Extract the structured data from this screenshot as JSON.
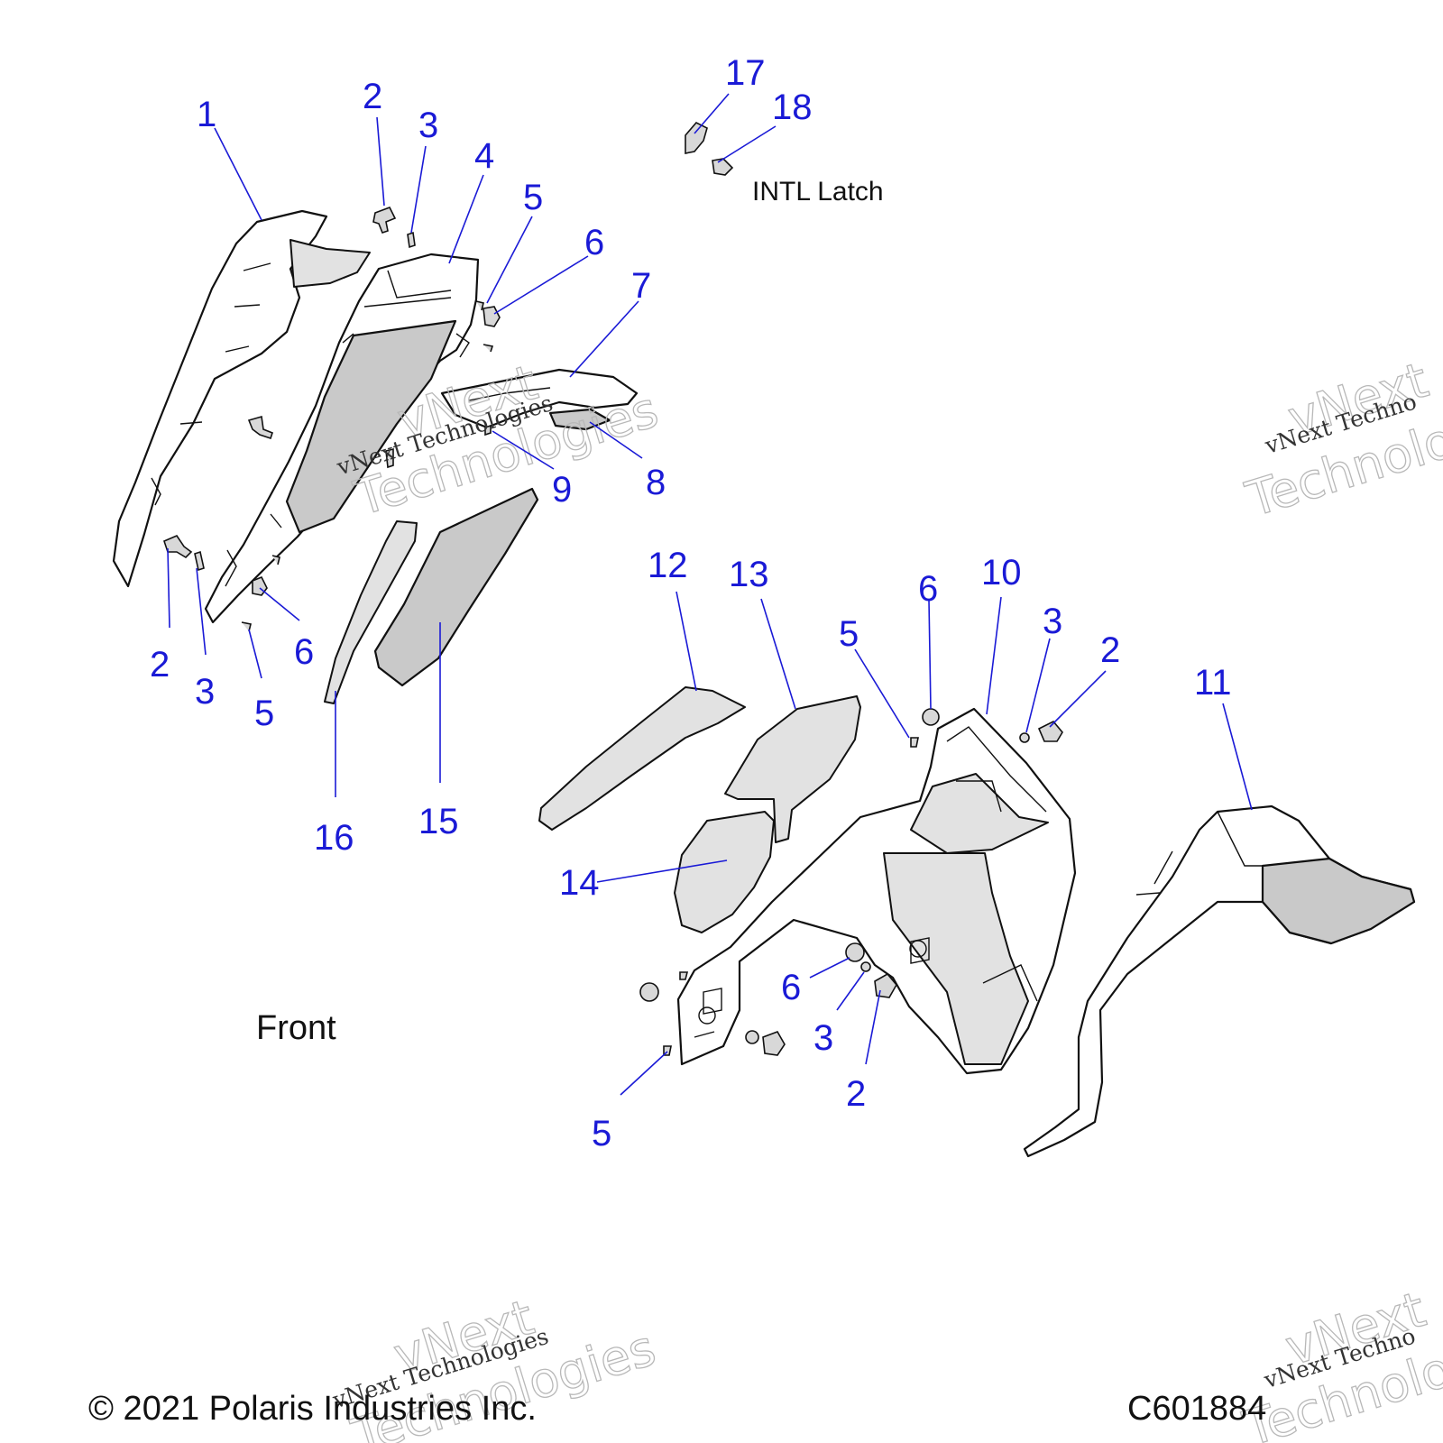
{
  "diagram": {
    "callouts": {
      "c1": "1",
      "c2a": "2",
      "c3a": "3",
      "c4": "4",
      "c5a": "5",
      "c6a": "6",
      "c7": "7",
      "c8": "8",
      "c9": "9",
      "c2b": "2",
      "c3b": "3",
      "c5b": "5",
      "c6b": "6",
      "c16": "16",
      "c15": "15",
      "c17": "17",
      "c18": "18",
      "c12": "12",
      "c13": "13",
      "c14": "14",
      "c5c": "5",
      "c6c": "6",
      "c10": "10",
      "c3c": "3",
      "c2c": "2",
      "c11": "11",
      "c6d": "6",
      "c3d": "3",
      "c2d": "2",
      "c5d": "5"
    },
    "note_latch": "INTL Latch",
    "note_front": "Front",
    "copyright": "© 2021 Polaris Industries Inc.",
    "figure_id": "C601884"
  },
  "watermark": {
    "line1": "vNext",
    "line2": "Technologies",
    "line3": "vNext Technologies",
    "line3_cut": "vNext Techno"
  },
  "colors": {
    "callout": "#1a1ad6",
    "line": "#111111",
    "fill_grey": "#c9c9c9"
  }
}
